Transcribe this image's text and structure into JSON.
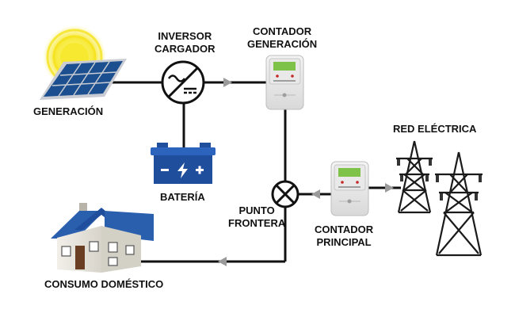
{
  "labels": {
    "generacion": "GENERACIÓN",
    "inversor": [
      "INVERSOR",
      "CARGADOR"
    ],
    "contador_generacion": [
      "CONTADOR",
      "GENERACIÓN"
    ],
    "bateria": "BATERÍA",
    "red_electrica": "RED ELÉCTRICA",
    "punto_frontera": [
      "PUNTO",
      "FRONTERA"
    ],
    "contador_principal": [
      "CONTADOR",
      "PRINCIPAL"
    ],
    "consumo": "CONSUMO DOMÉSTICO"
  },
  "colors": {
    "line": "#111111",
    "arrow": "#9a9a9a",
    "battery": "#1f4e9c",
    "roof": "#2a5fae",
    "solar_panel": "#1b4f8f",
    "sun": "#f5e21e",
    "meter_screen": "#7fc24a"
  },
  "icons": {
    "solar_panel": "solar-panel-icon",
    "inverter": "inverter-icon",
    "meter_generation": "electric-meter-icon",
    "battery": "battery-icon",
    "junction": "junction-x-icon",
    "meter_main": "electric-meter-icon",
    "grid": "power-tower-icon",
    "house": "house-icon"
  }
}
